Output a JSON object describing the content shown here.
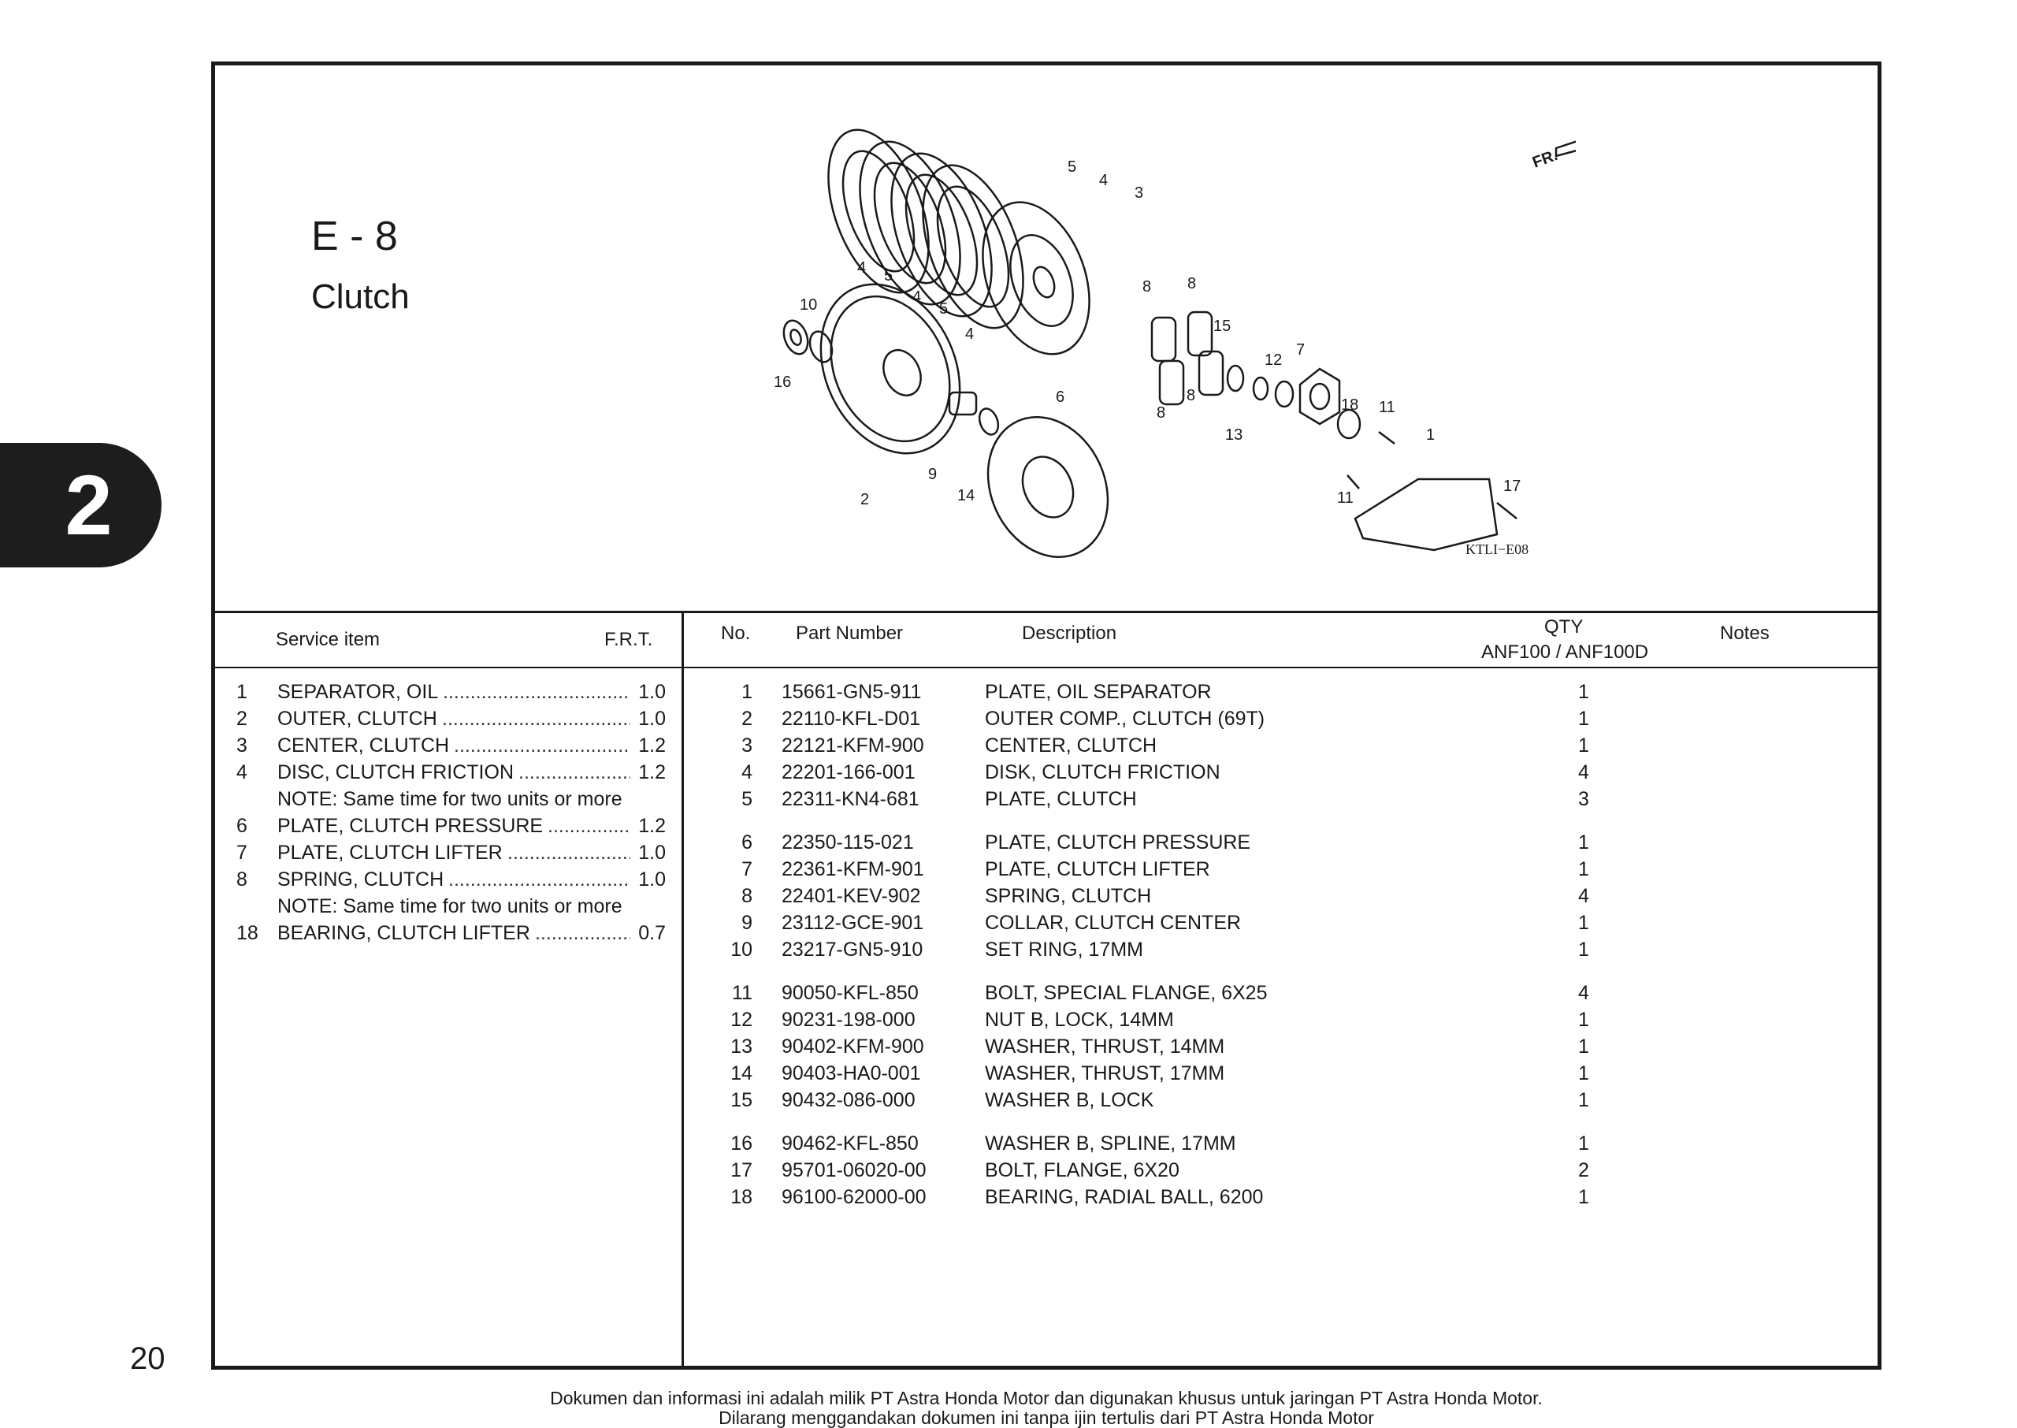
{
  "section": {
    "code": "E - 8",
    "name": "Clutch"
  },
  "chapter_tab": "2",
  "diagram": {
    "callouts": [
      "5",
      "4",
      "3",
      "4",
      "5",
      "4",
      "5",
      "4",
      "10",
      "16",
      "8",
      "8",
      "15",
      "8",
      "8",
      "12",
      "7",
      "13",
      "18",
      "11",
      "6",
      "1",
      "9",
      "14",
      "2",
      "17",
      "11"
    ],
    "front_marker": "FR.",
    "figure_code": "KTLI−E08"
  },
  "service_table": {
    "headers": {
      "item": "Service item",
      "frt": "F.R.T."
    },
    "rows": [
      {
        "no": "1",
        "name": "SEPARATOR, OIL",
        "frt": "1.0"
      },
      {
        "no": "2",
        "name": "OUTER, CLUTCH",
        "frt": "1.0"
      },
      {
        "no": "3",
        "name": "CENTER, CLUTCH",
        "frt": "1.2"
      },
      {
        "no": "4",
        "name": "DISC, CLUTCH FRICTION",
        "frt": "1.2"
      },
      {
        "note": "NOTE: Same time for two units or more"
      },
      {
        "no": "6",
        "name": "PLATE, CLUTCH PRESSURE",
        "frt": "1.2"
      },
      {
        "no": "7",
        "name": "PLATE, CLUTCH LIFTER",
        "frt": "1.0"
      },
      {
        "no": "8",
        "name": "SPRING, CLUTCH",
        "frt": "1.0"
      },
      {
        "note": "NOTE: Same time for two units or more"
      },
      {
        "no": "18",
        "name": "BEARING, CLUTCH LIFTER",
        "frt": "0.7"
      }
    ]
  },
  "parts_table": {
    "headers": {
      "no": "No.",
      "part_number": "Part Number",
      "description": "Description",
      "qty": "QTY",
      "qty_models": "ANF100 / ANF100D",
      "notes": "Notes"
    },
    "groups": [
      [
        {
          "no": "1",
          "part_number": "15661-GN5-911",
          "description": "PLATE, OIL SEPARATOR",
          "qty": "1"
        },
        {
          "no": "2",
          "part_number": "22110-KFL-D01",
          "description": "OUTER COMP., CLUTCH (69T)",
          "qty": "1"
        },
        {
          "no": "3",
          "part_number": "22121-KFM-900",
          "description": "CENTER, CLUTCH",
          "qty": "1"
        },
        {
          "no": "4",
          "part_number": "22201-166-001",
          "description": "DISK, CLUTCH FRICTION",
          "qty": "4"
        },
        {
          "no": "5",
          "part_number": "22311-KN4-681",
          "description": "PLATE, CLUTCH",
          "qty": "3"
        }
      ],
      [
        {
          "no": "6",
          "part_number": "22350-115-021",
          "description": "PLATE, CLUTCH PRESSURE",
          "qty": "1"
        },
        {
          "no": "7",
          "part_number": "22361-KFM-901",
          "description": "PLATE, CLUTCH LIFTER",
          "qty": "1"
        },
        {
          "no": "8",
          "part_number": "22401-KEV-902",
          "description": "SPRING, CLUTCH",
          "qty": "4"
        },
        {
          "no": "9",
          "part_number": "23112-GCE-901",
          "description": "COLLAR, CLUTCH CENTER",
          "qty": "1"
        },
        {
          "no": "10",
          "part_number": "23217-GN5-910",
          "description": "SET RING, 17MM",
          "qty": "1"
        }
      ],
      [
        {
          "no": "11",
          "part_number": "90050-KFL-850",
          "description": "BOLT, SPECIAL FLANGE, 6X25",
          "qty": "4"
        },
        {
          "no": "12",
          "part_number": "90231-198-000",
          "description": "NUT B, LOCK, 14MM",
          "qty": "1"
        },
        {
          "no": "13",
          "part_number": "90402-KFM-900",
          "description": "WASHER, THRUST, 14MM",
          "qty": "1"
        },
        {
          "no": "14",
          "part_number": "90403-HA0-001",
          "description": "WASHER, THRUST, 17MM",
          "qty": "1"
        },
        {
          "no": "15",
          "part_number": "90432-086-000",
          "description": "WASHER B, LOCK",
          "qty": "1"
        }
      ],
      [
        {
          "no": "16",
          "part_number": "90462-KFL-850",
          "description": "WASHER B, SPLINE, 17MM",
          "qty": "1"
        },
        {
          "no": "17",
          "part_number": "95701-06020-00",
          "description": "BOLT, FLANGE, 6X20",
          "qty": "2"
        },
        {
          "no": "18",
          "part_number": "96100-62000-00",
          "description": "BEARING, RADIAL BALL, 6200",
          "qty": "1"
        }
      ]
    ]
  },
  "page_number": "20",
  "footer": {
    "line1": "Dokumen dan informasi ini adalah milik PT Astra Honda Motor dan digunakan khusus untuk jaringan PT Astra Honda Motor.",
    "line2": "Dilarang menggandakan dokumen ini tanpa ijin tertulis dari PT Astra Honda Motor"
  }
}
